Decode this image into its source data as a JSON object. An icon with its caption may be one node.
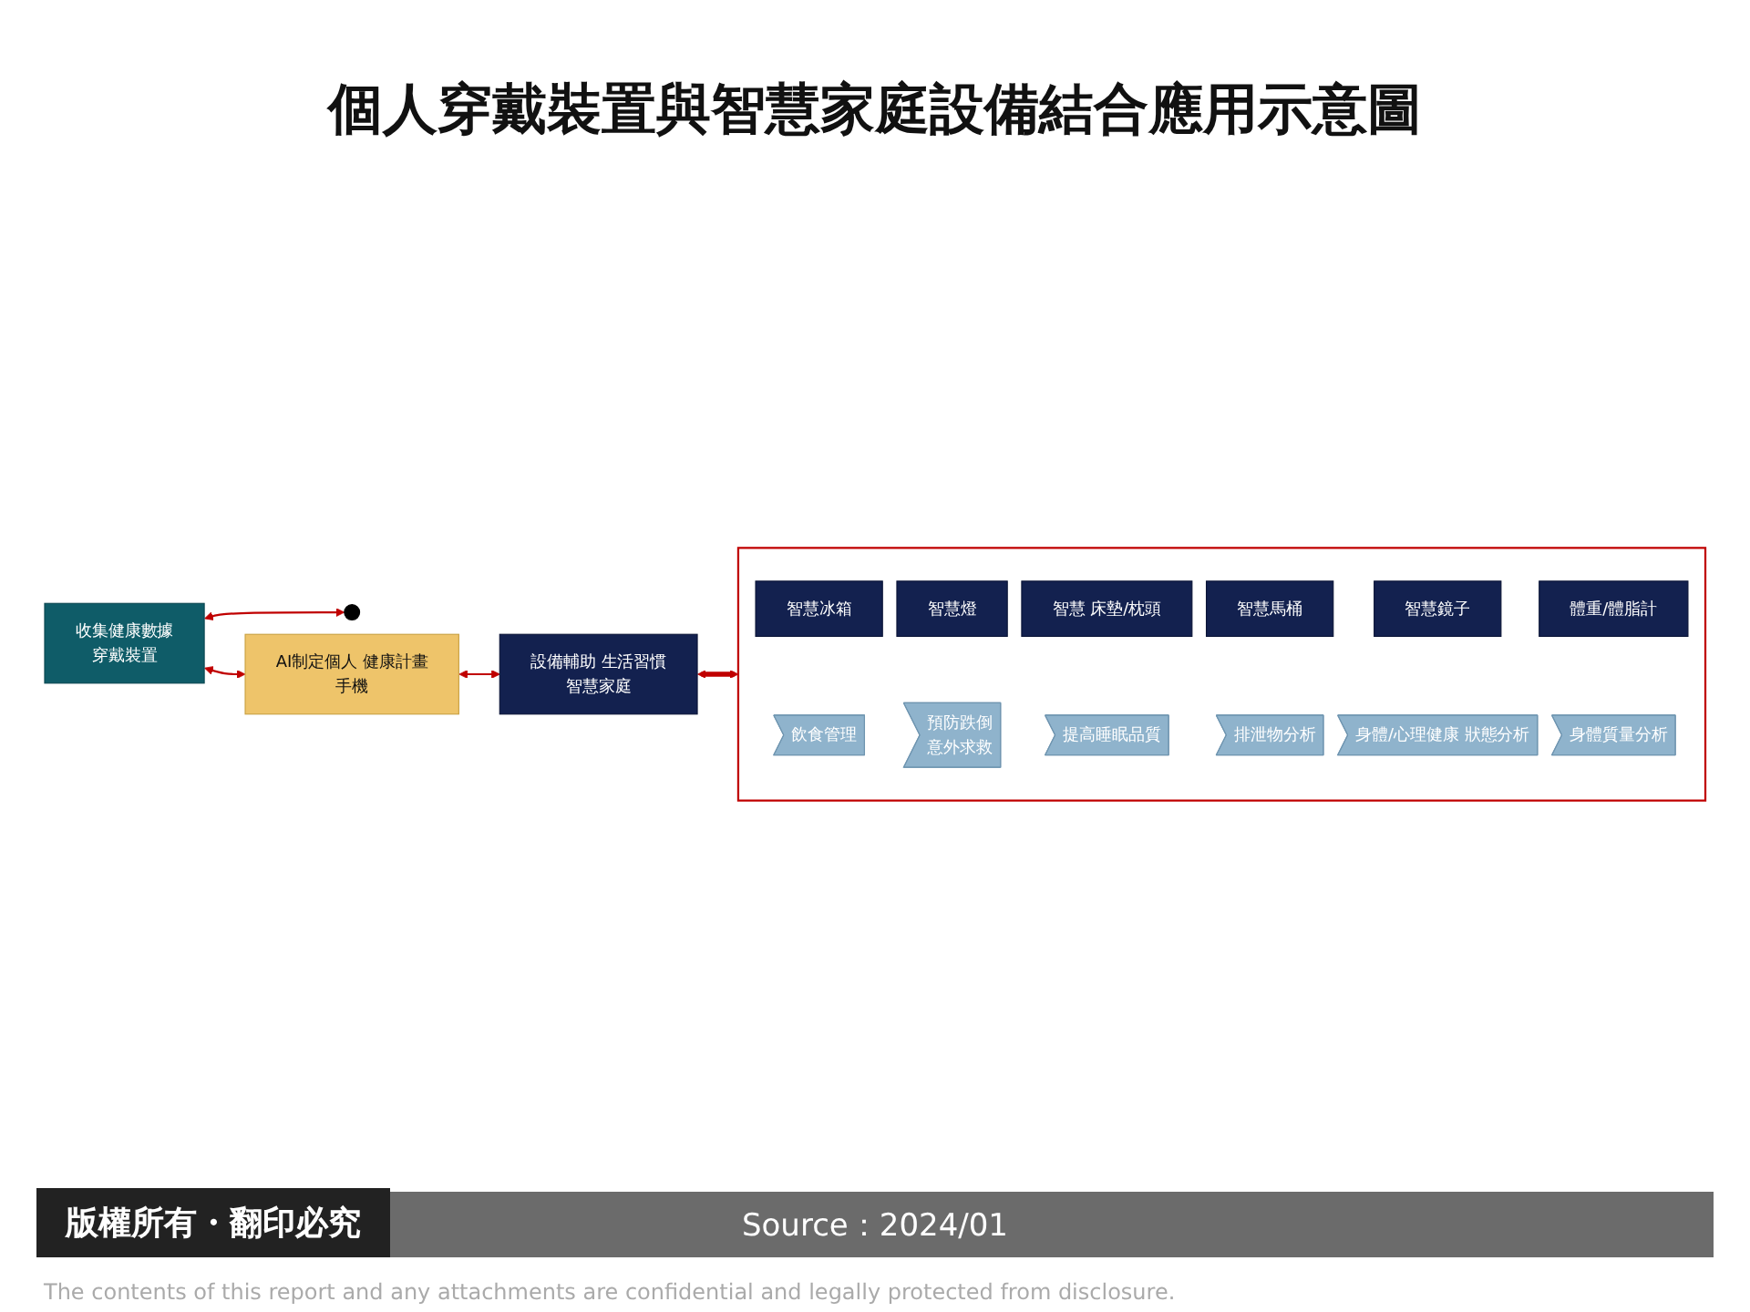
{
  "diagram": {
    "title": "個人穿戴裝置與智慧家庭設備結合應用示意圖",
    "caption": "Source：2024/01",
    "nodes": [
      {
        "text": [],
        "shape": "person"
      },
      {
        "text": [
          "AI制定個人 健康計畫",
          "手機"
        ]
      },
      {
        "text": [
          "收集健康數據",
          "穿戴裝置"
        ]
      },
      {
        "text": [
          "設備輔助 生活習慣",
          "智慧家庭"
        ]
      },
      {
        "text": [],
        "shape": "box"
      },
      {
        "text": [
          "智慧冰箱"
        ],
        "in": 4
      },
      {
        "text": [
          "飲食管理"
        ],
        "in": 4
      },
      {
        "text": [
          "智慧燈"
        ],
        "in": 4
      },
      {
        "text": [
          "預防跌倒",
          "意外求救"
        ],
        "in": 4
      },
      {
        "text": [
          "智慧 床墊/枕頭"
        ],
        "in": 4
      },
      {
        "text": [
          "提高睡眠品質"
        ],
        "in": 4
      },
      {
        "text": [
          "智慧馬桶"
        ],
        "in": 4
      },
      {
        "text": [
          "排泄物分析"
        ],
        "in": 4
      },
      {
        "text": [
          "智慧鏡子"
        ],
        "in": 4
      },
      {
        "text": [
          "身體/心理健康 狀態分析"
        ],
        "in": 4
      },
      {
        "text": [
          "體重/體脂計"
        ],
        "in": 4
      },
      {
        "text": [
          "身體質量分析"
        ],
        "in": 4
      }
    ],
    "edges": [
      {
        "from": 2,
        "to": 0,
        "arrow": "both"
      },
      {
        "from": 2,
        "to": 1,
        "arrow": "both"
      },
      {
        "from": 1,
        "to": 3,
        "arrow": "both"
      },
      {
        "from": 3,
        "to": 4,
        "arrow": "both",
        "style": "thick"
      }
    ],
    "labels": [
      "版權所有・翻印必究",
      "The contents of this report and any attachments are confidential and legally protected from disclosure."
    ]
  }
}
